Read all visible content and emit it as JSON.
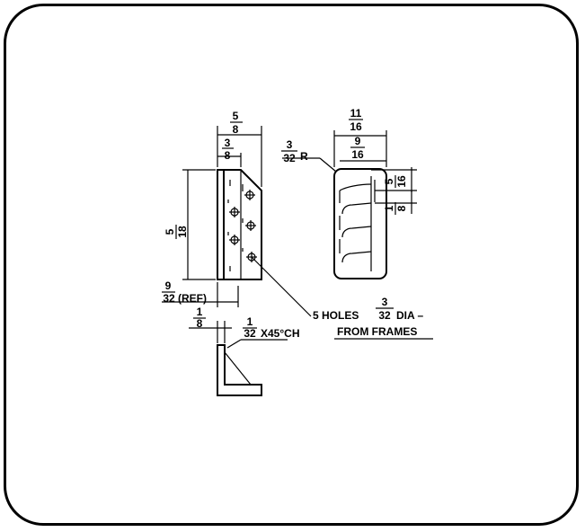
{
  "drawing": {
    "front": {
      "top_num": "5",
      "top_den": "8",
      "mid_num": "3",
      "mid_den": "8",
      "left_num": "5",
      "left_den": "18",
      "ref_num": "9",
      "ref_den": "32",
      "ref_suffix": "(REF)"
    },
    "side": {
      "top_num": "11",
      "top_den": "16",
      "mid_num": "9",
      "mid_den": "16",
      "radius_num": "3",
      "radius_den": "32",
      "radius_suffix": "R",
      "r1_num": "5",
      "r1_den": "16",
      "r2_num": "1",
      "r2_den": "8"
    },
    "bottom": {
      "w_num": "1",
      "w_den": "8",
      "ch_num": "1",
      "ch_den": "32",
      "ch_suffix": "X45°CH"
    },
    "note": {
      "prefix": "5 HOLES",
      "dia_num": "3",
      "dia_den": "32",
      "suffix": "DIA –",
      "line2": "FROM FRAMES"
    }
  }
}
